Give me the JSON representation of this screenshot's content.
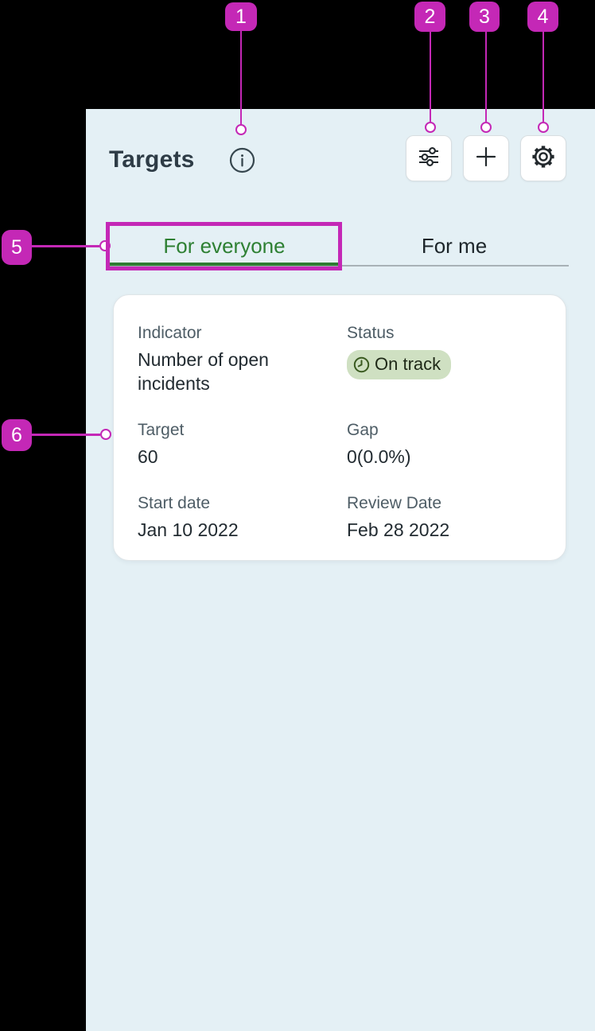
{
  "colors": {
    "annotation_magenta": "#C428B6",
    "panel_background": "#E4F0F5",
    "title_text": "#2E3C46",
    "active_tab_green": "#2E8033",
    "active_tab_underline": "#2E7D32",
    "status_pill_background": "#CFE0C2",
    "status_pill_text": "#1E2817"
  },
  "header": {
    "title": "Targets",
    "title_info_icon": "info-icon",
    "buttons": [
      {
        "icon": "settings-adjust-sliders-icon"
      },
      {
        "icon": "plus-icon"
      },
      {
        "icon": "gear-icon"
      }
    ]
  },
  "tabs": [
    {
      "label": "For everyone",
      "active": true
    },
    {
      "label": "For me",
      "active": false
    }
  ],
  "card": {
    "fields": [
      {
        "label": "Indicator",
        "value": "Number of open incidents"
      },
      {
        "label": "Status",
        "value": "On track",
        "type": "pill",
        "icon": "clock-icon"
      },
      {
        "label": "Target",
        "value": "60"
      },
      {
        "label": "Gap",
        "value": "0(0.0%)"
      },
      {
        "label": "Start date",
        "value": "Jan 10 2022"
      },
      {
        "label": "Review Date",
        "value": "Feb 28 2022"
      }
    ]
  },
  "annotations": {
    "badges": [
      {
        "label": "1",
        "points_to": "info-icon"
      },
      {
        "label": "2",
        "points_to": "filter-button"
      },
      {
        "label": "3",
        "points_to": "add-button"
      },
      {
        "label": "4",
        "points_to": "settings-button"
      },
      {
        "label": "5",
        "points_to": "tab-for-everyone"
      },
      {
        "label": "6",
        "points_to": "target-card"
      }
    ]
  }
}
